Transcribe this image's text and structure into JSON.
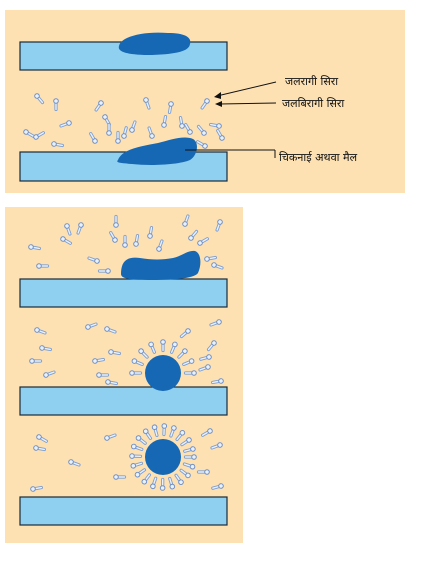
{
  "labels": {
    "hydrophilic_head": "जलरागी सिरा",
    "hydrophobic_tail": "जलबिरागी सिरा",
    "grease_or_dirt": "चिकनाई अथवा मैल"
  },
  "colors": {
    "background": "#fde1b3",
    "plate_fill": "#8fd0f1",
    "plate_stroke": "#1c2a36",
    "dirt": "#1668b4",
    "molecule_fill": "#d5e5f3",
    "molecule_stroke": "#6f8fc4",
    "line": "#111111"
  }
}
